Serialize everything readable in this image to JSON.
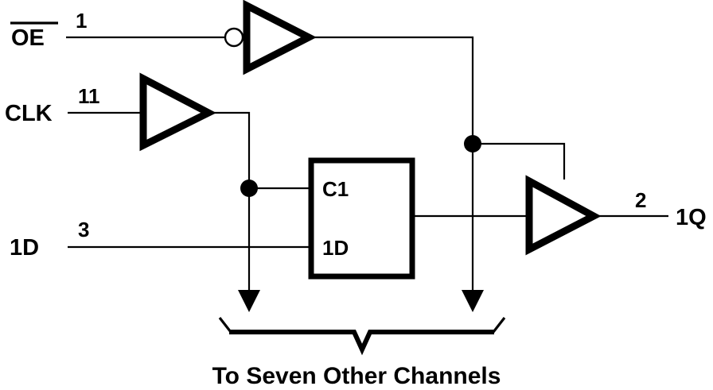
{
  "diagram": {
    "title": "To Seven Other Channels",
    "type": "logic-circuit-schematic",
    "colors": {
      "ink": "#000000",
      "background": "#ffffff"
    },
    "inputs": [
      {
        "id": "oe",
        "label": "OE",
        "overbar": true,
        "pin": "1"
      },
      {
        "id": "clk",
        "label": "CLK",
        "overbar": false,
        "pin": "11"
      },
      {
        "id": "d",
        "label": "1D",
        "overbar": false,
        "pin": "3"
      }
    ],
    "outputs": [
      {
        "id": "q",
        "label": "1Q",
        "pin": "2"
      }
    ],
    "flipflop": {
      "clock_label": "C1",
      "data_label": "1D"
    },
    "gates": [
      {
        "id": "oe-inverter",
        "kind": "inverter",
        "has_bubble": true
      },
      {
        "id": "clk-buffer",
        "kind": "buffer",
        "has_bubble": false
      },
      {
        "id": "output-buffer",
        "kind": "tristate-buffer",
        "has_bubble": false
      }
    ],
    "caption": "To Seven Other Channels",
    "fanout_arrows": 2
  },
  "chart_data": {
    "type": "diagram",
    "title": "To Seven Other Channels",
    "nodes": [
      {
        "name": "OE",
        "pin": "1",
        "role": "input"
      },
      {
        "name": "CLK",
        "pin": "11",
        "role": "input"
      },
      {
        "name": "1D",
        "pin": "3",
        "role": "input"
      },
      {
        "name": "1Q",
        "pin": "2",
        "role": "output"
      },
      {
        "name": "C1",
        "role": "flipflop-clock-input"
      },
      {
        "name": "1D",
        "role": "flipflop-data-input"
      }
    ]
  }
}
